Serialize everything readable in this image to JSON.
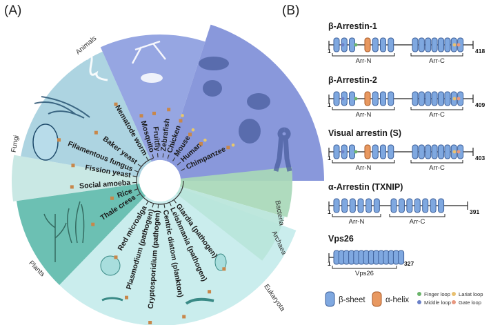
{
  "panels": {
    "a": "(A)",
    "b": "(B)"
  },
  "tree": {
    "groups": {
      "animals": "Animals",
      "fungi": "Fungi",
      "plants": "Plants",
      "bacteria": "Bacteria",
      "archaea": "Archaea",
      "eukaryota": "Eukaryota"
    },
    "species": [
      "Nematode worm",
      "Mosquito",
      "Fruitfly",
      "Zebrafish",
      "Chicken",
      "Mouse",
      "Human",
      "Chimpanzee",
      "Baker yeast",
      "Filamentous fungus",
      "Fission yeast",
      "Social amoeba",
      "Rice",
      "Thale cress",
      "Red microalga",
      "Plasmodium (pathogen)",
      "Cryptosporidium (pathogen)",
      "Centric diatom (plankton)",
      "Leishmania (pathogen)",
      "Giardia (pathogen)"
    ],
    "colors": {
      "animals_inner": "#8d9ee0",
      "animals_outer": "#7f8fd8",
      "fungi": "#a6d0de",
      "plants": "#64bcae",
      "plants_band": "#c4e6e2",
      "eukaryota": "#c6ecec",
      "bacteria": "#a8d8b8",
      "archaea": "#b8e5da",
      "ortholog_marker": "#c8874a",
      "human_marker": "#e8c86a"
    }
  },
  "proteins": [
    {
      "name": "β-Arrestin-1",
      "start": "1",
      "length": "418",
      "domains": [
        "Arr-N",
        "Arr-C"
      ]
    },
    {
      "name": "β-Arrestin-2",
      "start": "1",
      "length": "409",
      "domains": [
        "Arr-N",
        "Arr-C"
      ]
    },
    {
      "name": "Visual arrestin (S)",
      "start": "1",
      "length": "403",
      "domains": [
        "Arr-N",
        "Arr-C"
      ]
    },
    {
      "name": "α-Arrestin (TXNIP)",
      "start": "1",
      "length": "391",
      "domains": [
        "Arr-N",
        "Arr-C"
      ]
    },
    {
      "name": "Vps26",
      "start": "1",
      "length": "327",
      "domains": [
        "Vps26"
      ]
    }
  ],
  "legend": {
    "beta_sheet": "β-sheet",
    "alpha_helix": "α-helix",
    "finger_loop": "Finger loop",
    "middle_loop": "Middle loop",
    "lariat_loop": "Lariat loop",
    "gate_loop": "Gate loop",
    "colors": {
      "beta_sheet": "#7fa8e0",
      "alpha_helix": "#e89860",
      "finger_loop": "#6ab46a",
      "middle_loop": "#6a80c8",
      "lariat_loop": "#e8c070",
      "gate_loop": "#e89880"
    }
  }
}
